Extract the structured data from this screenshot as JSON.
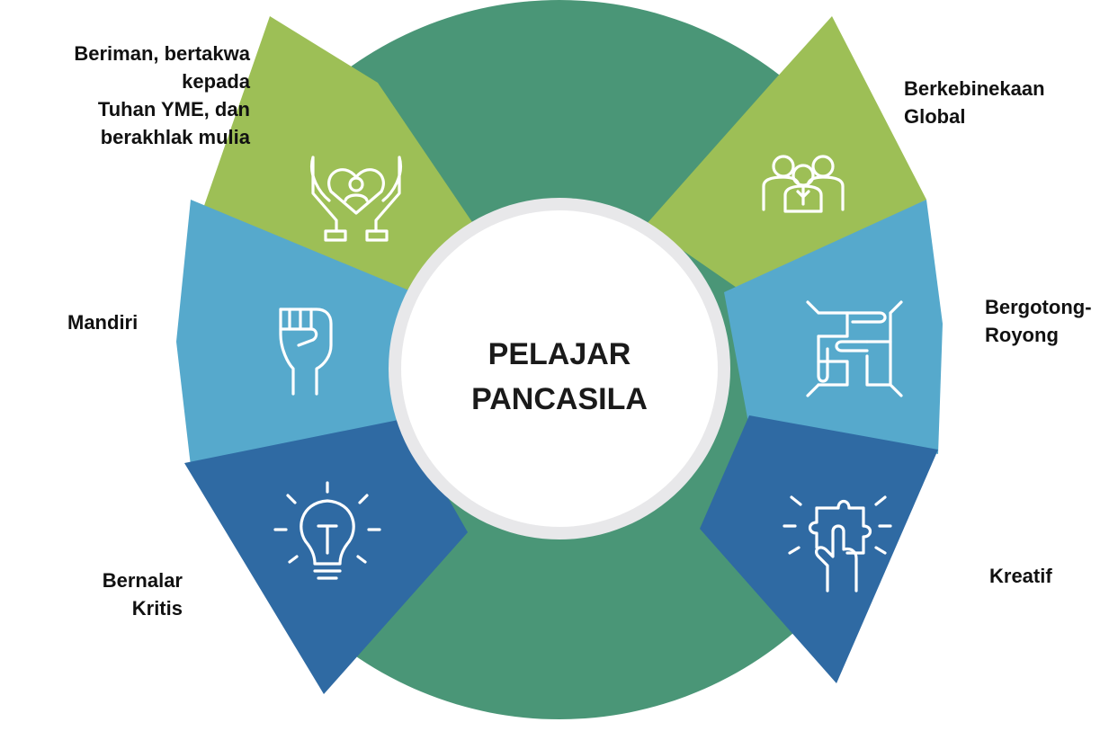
{
  "center": {
    "line1": "PELAJAR",
    "line2": "PANCASILA"
  },
  "segments": [
    {
      "label": "Beriman, bertakwa\nkepada\nTuhan YME, dan\nberakhlak mulia",
      "icon": "heart-hands-icon",
      "color": "#9dbf56"
    },
    {
      "label": "Berkebinekaan\nGlobal",
      "icon": "diverse-people-icon",
      "color": "#9dbf56"
    },
    {
      "label": "Mandiri",
      "icon": "raised-fist-icon",
      "color": "#56a9cc"
    },
    {
      "label": "Bergotong-\nRoyong",
      "icon": "joined-hands-icon",
      "color": "#56a9cc"
    },
    {
      "label": "Bernalar\nKritis",
      "icon": "lightbulb-icon",
      "color": "#2f6aa3"
    },
    {
      "label": "Kreatif",
      "icon": "puzzle-hand-icon",
      "color": "#2f6aa3"
    }
  ],
  "colors": {
    "ring": "#4a9677",
    "green": "#9dbf56",
    "light_blue": "#56a9cc",
    "dark_blue": "#2f6aa3",
    "center_fill": "#ffffff",
    "center_border": "#e8e8ea"
  }
}
